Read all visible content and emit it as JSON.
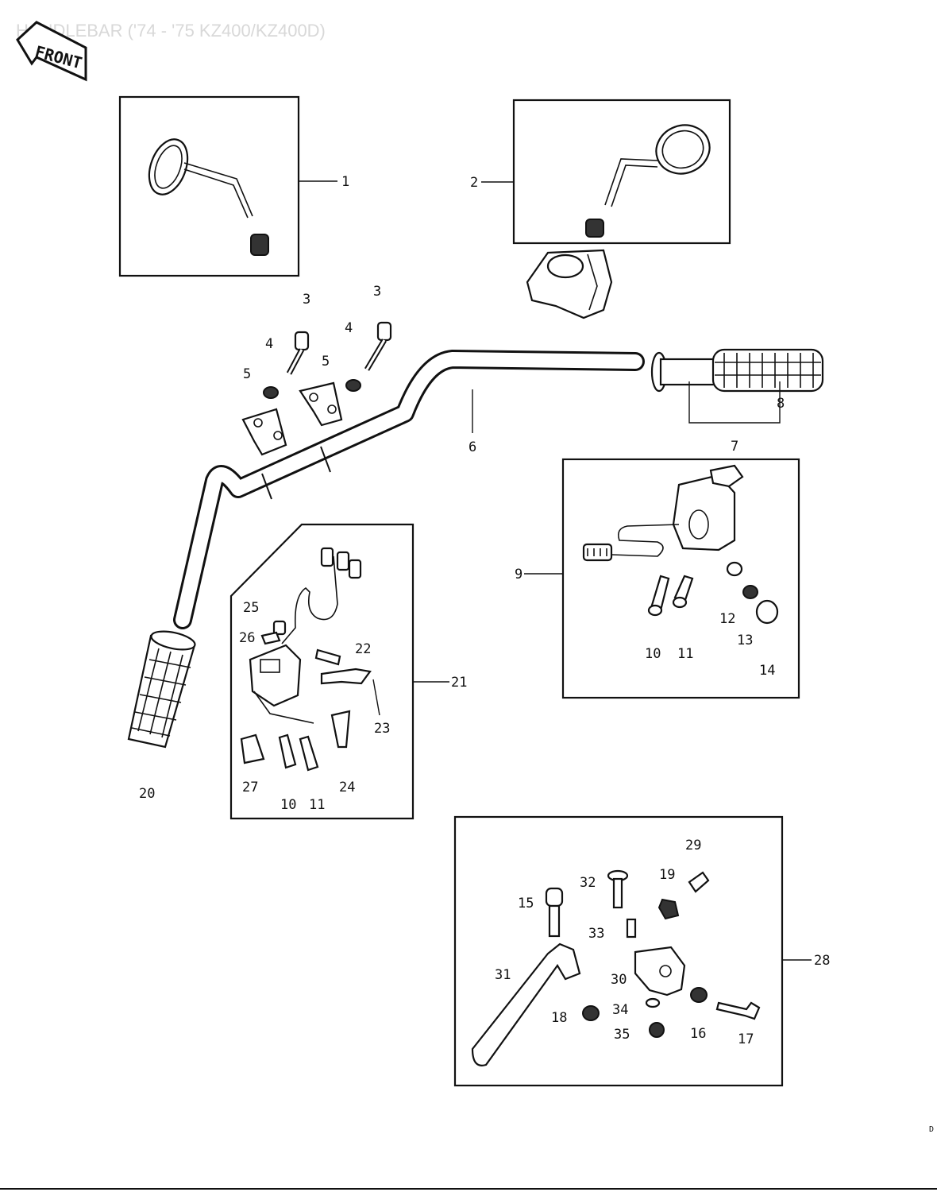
{
  "title": "HANDLEBAR ('74 - '75 KZ400/KZ400D)",
  "front_badge": "FRONT",
  "page_mark": "D",
  "callouts": {
    "c1": "1",
    "c2": "2",
    "c3a": "3",
    "c3b": "3",
    "c4a": "4",
    "c4b": "4",
    "c5a": "5",
    "c5b": "5",
    "c6": "6",
    "c7": "7",
    "c8": "8",
    "c9": "9",
    "c10a": "10",
    "c11a": "11",
    "c12": "12",
    "c13": "13",
    "c14": "14",
    "c20": "20",
    "c21": "21",
    "c22": "22",
    "c23": "23",
    "c24": "24",
    "c25": "25",
    "c26": "26",
    "c27": "27",
    "c10b": "10",
    "c11b": "11",
    "c28": "28",
    "c29": "29",
    "c19": "19",
    "c32": "32",
    "c15": "15",
    "c33": "33",
    "c31": "31",
    "c30": "30",
    "c18": "18",
    "c34": "34",
    "c35": "35",
    "c16": "16",
    "c17": "17"
  }
}
